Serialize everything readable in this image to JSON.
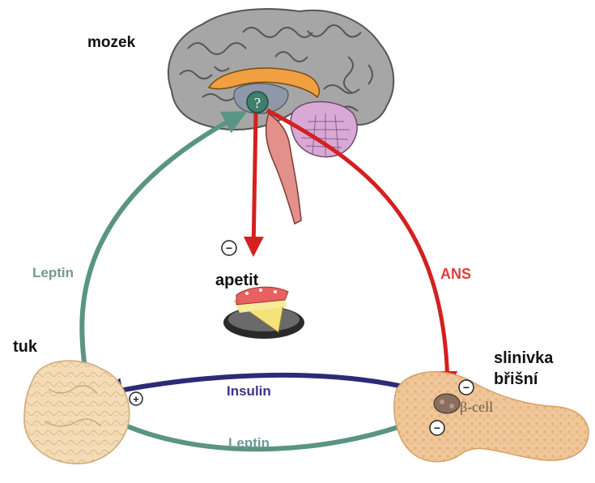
{
  "labels": {
    "brain": "mozek",
    "appetite": "apetit",
    "fat": "tuk",
    "pancreas_line1": "slinivka",
    "pancreas_line2": "břišní",
    "leptin_left": "Leptin",
    "leptin_bottom": "Leptin",
    "insulin": "Insulin",
    "ans": "ANS",
    "beta_cell": "β-cell",
    "question_mark": "?"
  },
  "signs": {
    "appetite_inhibition": "−",
    "fat_stimulation": "+",
    "beta_cell_upper": "−",
    "beta_cell_lower": "−"
  },
  "colors": {
    "leptin_arrow": "#5a9484",
    "leptin_text": "#6f9b95",
    "insulin_arrow": "#2d2a78",
    "insulin_text": "#3b3684",
    "ans_arrow": "#d42020",
    "ans_text": "#e23a3a",
    "brain_gray": "#9a9a9a",
    "cerebellum": "#d9a9d6",
    "brainstem": "#e3908b",
    "corpus_callosum": "#f0a040",
    "hypothalamus": "#3f7f6c",
    "pancreas": "#f0c79a",
    "fat_tissue": "#f3dcb6"
  },
  "icons": [
    "brain-illustration",
    "cake-slice-icon",
    "fat-tissue-illustration",
    "pancreas-illustration",
    "beta-cell-icon"
  ]
}
